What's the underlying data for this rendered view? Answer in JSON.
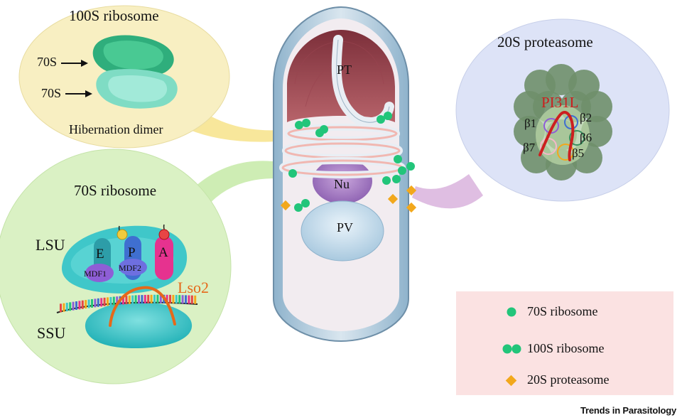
{
  "ribosome100s": {
    "title": "100S ribosome",
    "arrow_label_top": "70S",
    "arrow_label_bottom": "70S",
    "caption": "Hibernation dimer"
  },
  "ribosome70s": {
    "title": "70S ribosome",
    "lsu": "LSU",
    "ssu": "SSU",
    "site_e": "E",
    "site_p": "P",
    "site_a": "A",
    "mdf1": "MDF1",
    "mdf2": "MDF2",
    "lso2": "Lso2"
  },
  "proteasome": {
    "title": "20S proteasome",
    "pi31l": "PI31L",
    "b1": "β1",
    "b2": "β2",
    "b6": "β6",
    "b7": "β7",
    "b5": "β5"
  },
  "spore": {
    "pt": "PT",
    "nu": "Nu",
    "pv": "PV"
  },
  "legend": {
    "item_70s": "70S ribosome",
    "item_100s": "100S ribosome",
    "item_20s": "20S proteasome"
  },
  "journal": "Trends in Parasitology",
  "colors": {
    "ribosome_dot": "#22c57a",
    "proteasome_diamond": "#f2a81c",
    "circle_100s": "#f8efc2",
    "circle_70s": "#daf1c4",
    "circle_20s": "#dde3f7",
    "legend_bg": "#fbe2e2",
    "pi31l": "#cc1f1f",
    "lso2": "#e5691a"
  }
}
